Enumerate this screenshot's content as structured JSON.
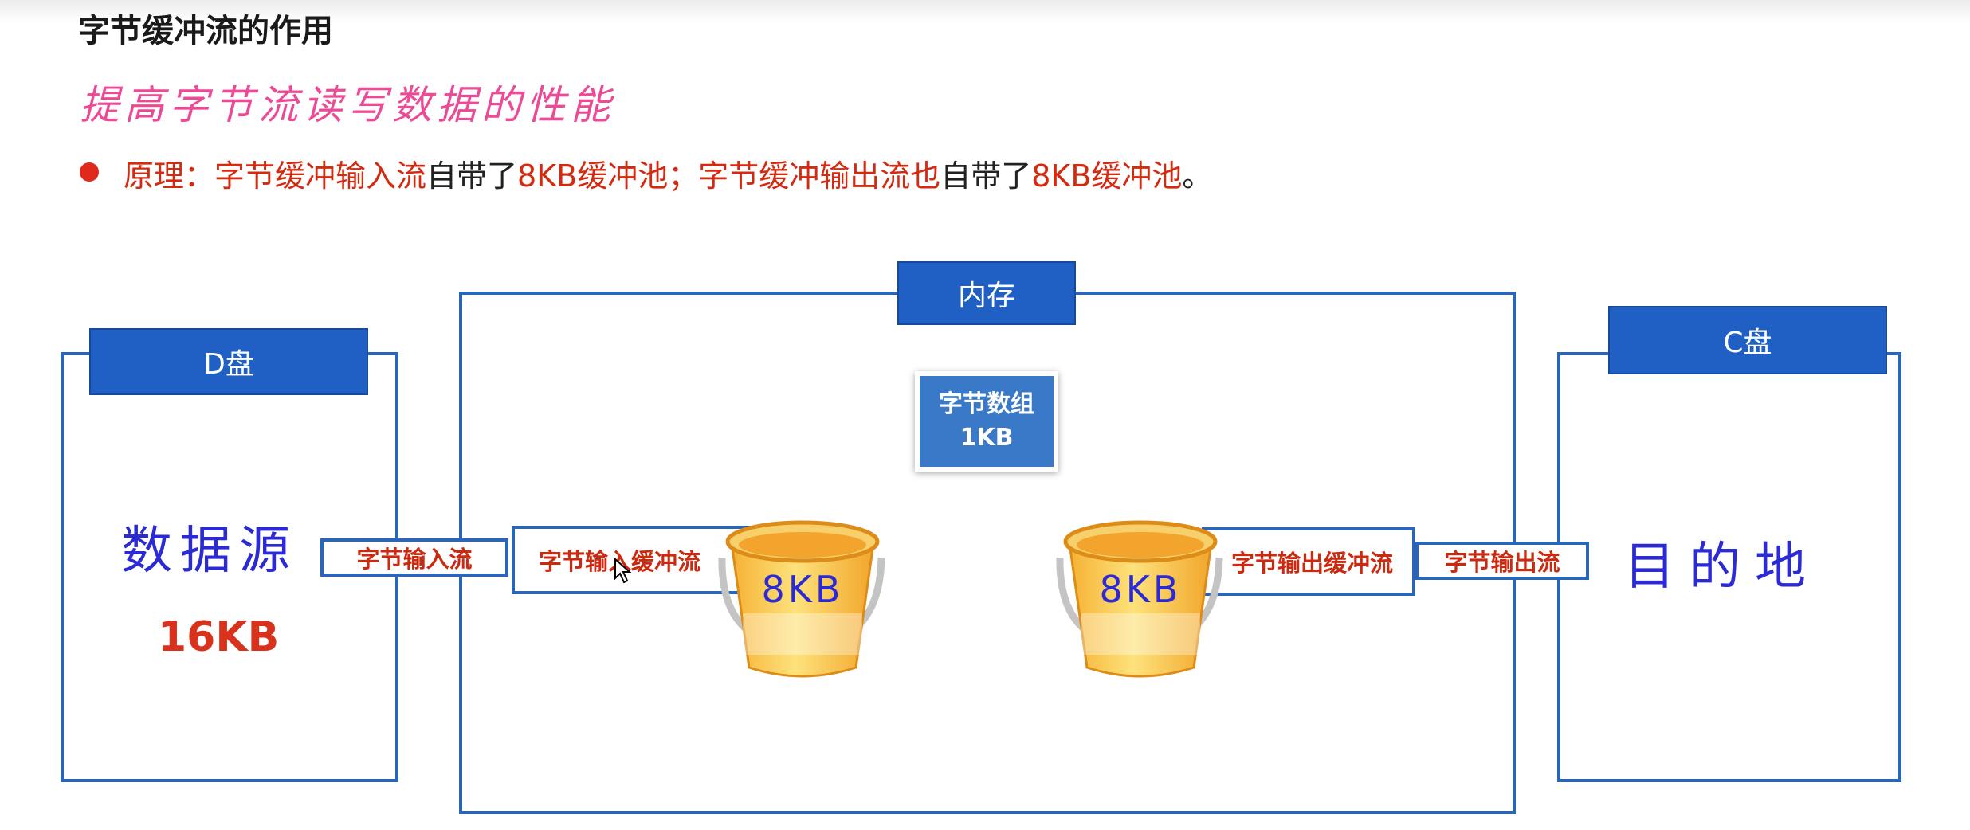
{
  "title": "字节缓冲流的作用",
  "subtitle": "提高字节流读写数据的性能",
  "bullet": {
    "part1": "原理：字节缓冲输入流",
    "part2": "自带了",
    "part3": "8KB缓冲池；字节缓冲输出流也",
    "part4": "自带了",
    "part5": "8KB缓冲池",
    "part6": "。"
  },
  "d_disk": {
    "header": "D盘",
    "label": "数据源",
    "size": "16KB"
  },
  "memory": {
    "header": "内存",
    "byte_array_line1": "字节数组",
    "byte_array_line2": "1KB",
    "input_buffer_label": "字节输入缓冲流",
    "output_buffer_label": "字节输出缓冲流",
    "input_bucket_label": "8KB",
    "output_bucket_label": "8KB"
  },
  "c_disk": {
    "header": "C盘",
    "label": "目的地"
  },
  "input_stream_label": "字节输入流",
  "output_stream_label": "字节输出流",
  "colors": {
    "header_blue": "#2060c4",
    "border_blue": "#2a65b8",
    "accent_red": "#d32a10",
    "pink": "#ec4a94",
    "bucket_orange": "#f6b134"
  }
}
